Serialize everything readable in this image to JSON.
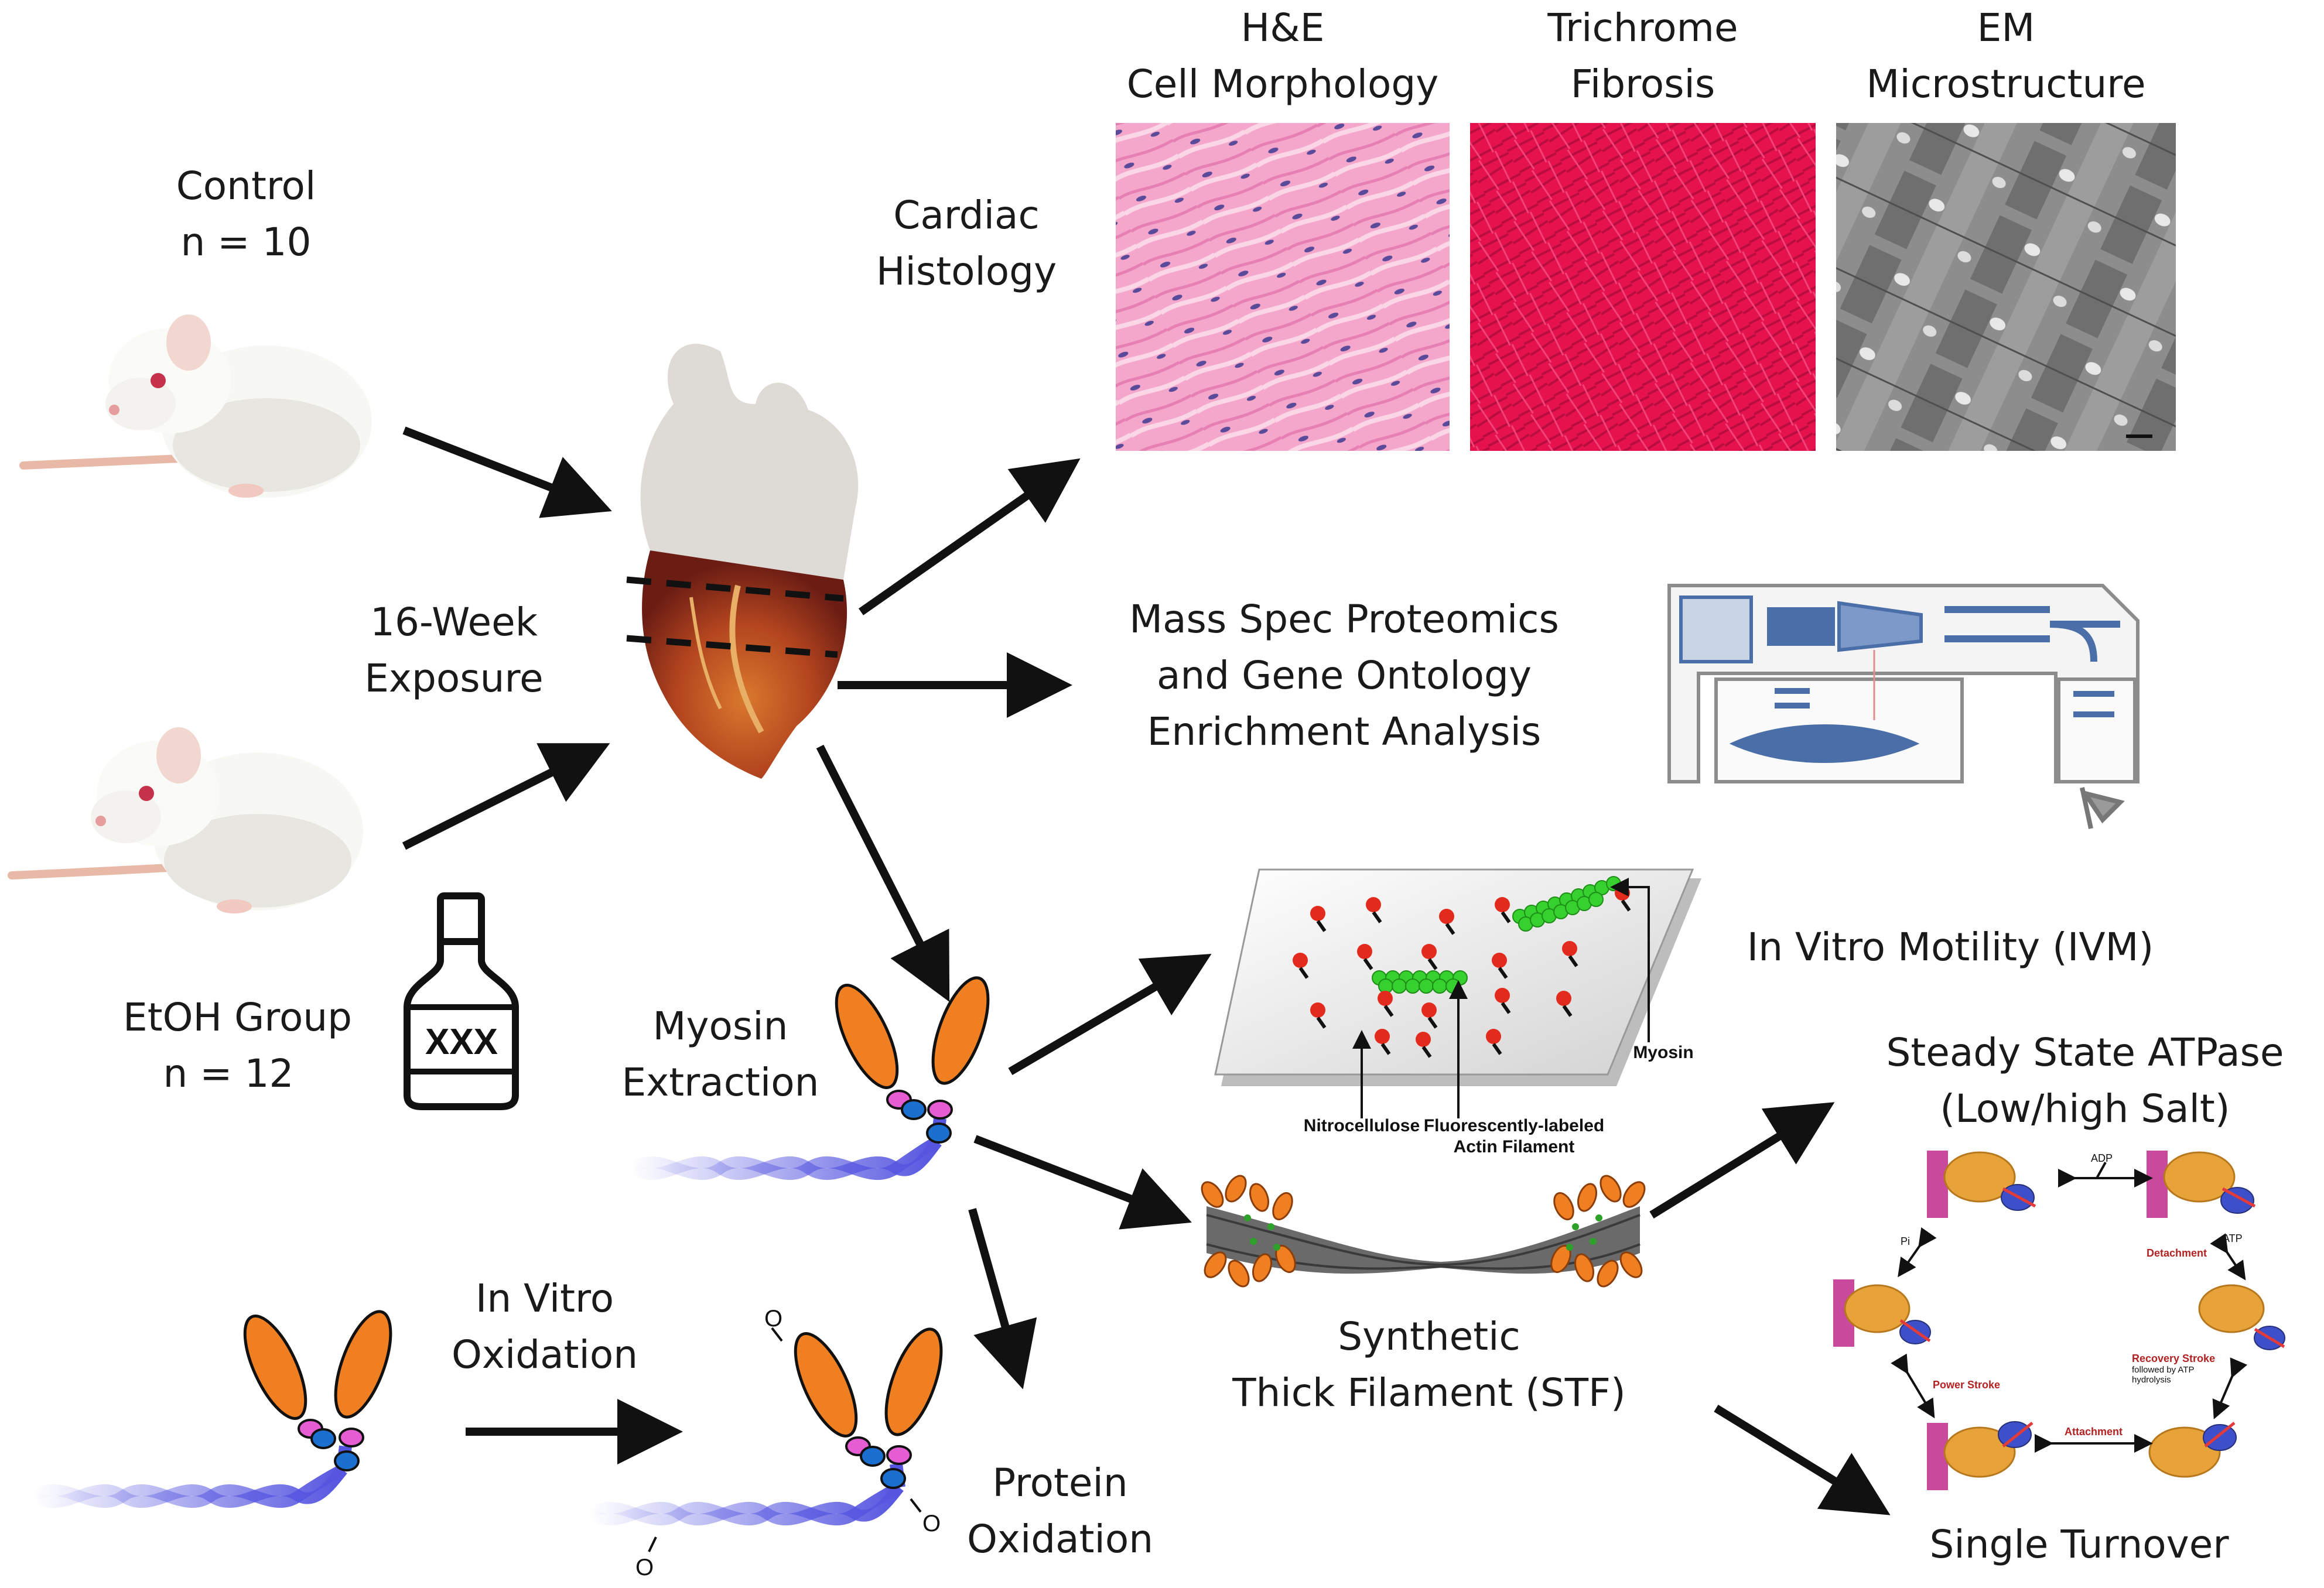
{
  "groups": {
    "control": {
      "name": "Control",
      "n": "n = 10"
    },
    "etoh": {
      "name": "EtOH Group",
      "n": "n = 12"
    },
    "bottle_label": "XXX"
  },
  "exposure": {
    "line1": "16-Week",
    "line2": "Exposure"
  },
  "histology": {
    "label_line1": "Cardiac",
    "label_line2": "Histology",
    "panels": [
      {
        "line1": "H&E",
        "line2": "Cell Morphology"
      },
      {
        "line1": "Trichrome",
        "line2": "Fibrosis"
      },
      {
        "line1": "EM",
        "line2": "Microstructure"
      }
    ]
  },
  "proteomics": {
    "line1": "Mass Spec Proteomics",
    "line2": "and Gene Ontology",
    "line3": "Enrichment Analysis"
  },
  "myosin_extraction": {
    "line1": "Myosin",
    "line2": "Extraction"
  },
  "ivm": {
    "title": "In Vitro Motility (IVM)",
    "nitrocellulose": "Nitrocellulose",
    "actin_line1": "Fluorescently-labeled",
    "actin_line2": "Actin Filament",
    "myosin": "Myosin"
  },
  "stf": {
    "line1": "Synthetic",
    "line2": "Thick Filament (STF)"
  },
  "atpase": {
    "line1": "Steady State ATPase",
    "line2": "(Low/high Salt)",
    "cycle_labels": {
      "adp": "ADP",
      "atp": "ATP",
      "pi": "Pi",
      "detachment": "Detachment",
      "recovery_line1": "Recovery Stroke",
      "recovery_line2": "followed by ATP",
      "recovery_line3": "hydrolysis",
      "power_stroke": "Power Stroke",
      "attachment": "Attachment"
    }
  },
  "single_turnover": "Single Turnover",
  "oxidation": {
    "in_vitro_line1": "In Vitro",
    "in_vitro_line2": "Oxidation",
    "protein_line1": "Protein",
    "protein_line2": "Oxidation",
    "oxygen_symbol": "O"
  },
  "colors": {
    "arrow": "#111111",
    "myosin_head": "#f07f22",
    "myosin_light_chain": "#e65cd3",
    "myosin_neck": "#1a6fcf",
    "myosin_tail": "#5555e0",
    "he_stain": "#f09ac4",
    "trichrome_stain": "#e8124e",
    "em_gray": "#8a8a8a",
    "actin_green": "#36d12e",
    "myosin_red": "#e22b1c",
    "instrument_blue": "#4a6fa8"
  }
}
